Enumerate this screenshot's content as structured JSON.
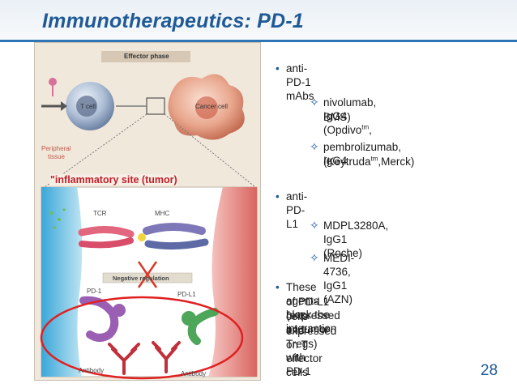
{
  "slide": {
    "title": "Immunotherapeutics: PD-1",
    "page_number": "28"
  },
  "figure": {
    "effector_phase": "Effector phase",
    "t_cell": "T cell",
    "cancer_cell": "Cancer cell",
    "peripheral_tissue_1": "Peripheral",
    "peripheral_tissue_2": "tissue",
    "inflammatory_site": "\"inflammatory site (tumor)",
    "tcr": "TCR",
    "mhc": "MHC",
    "negative_regulation": "Negative regulation",
    "pd1": "PD-1",
    "pdl1": "PD-L1",
    "antibody_left": "Antibody",
    "antibody_right": "Antibody"
  },
  "bullets": {
    "b1": "anti-PD-1 mAbs",
    "b1_s1_line1": "nivolumab, IgG4 (Opdivo",
    "b1_s1_sup": "tm",
    "b1_s1_tail": ",",
    "b1_s1_line2": "BMS)",
    "b1_s2_line1": "pembrolizumab, IgG4",
    "b1_s2_line2_a": "(Keytruda",
    "b1_s2_sup": "tm",
    "b1_s2_line2_b": ",Merck)",
    "b2": "anti-PD-L1",
    "b2_s1": "MDPL3280A, IgG1 (Roche)",
    "b2_s2": "MEDI-4736, IgG1 (AZN)",
    "b3_line1": "These agents block the interaction",
    "b3_line2": "of PD-L1 (expressed on tumor",
    "b3_line3": "cells and Tregs) with PD-1",
    "b3_line4": "expressed on T effector cells"
  },
  "colors": {
    "title": "#1f5a96",
    "accent_rule": "#2e75b6",
    "inflammatory_text": "#c0202b",
    "ellipse": "#e02020"
  }
}
